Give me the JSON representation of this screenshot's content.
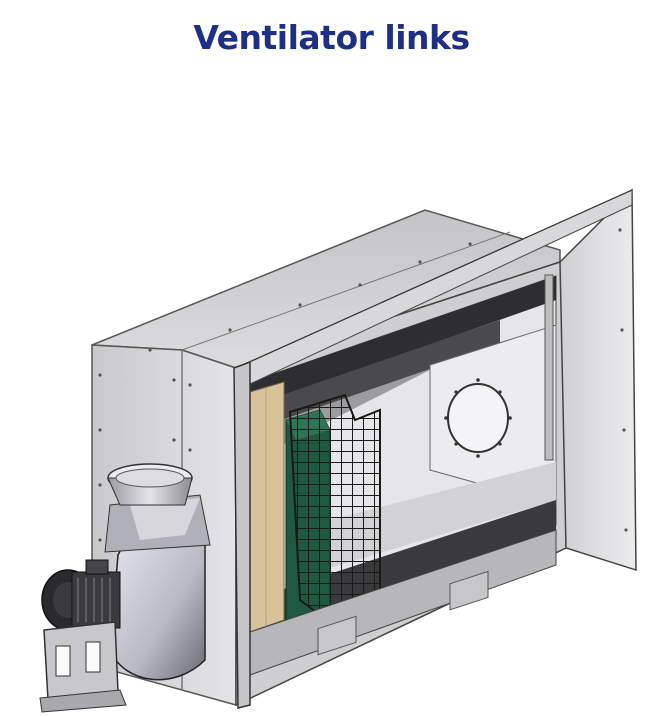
{
  "page": {
    "title": "Ventilator links"
  },
  "colors": {
    "title": "#1e2f87",
    "housing": "#d6d6d8",
    "interior_dark": "#3a3a3c",
    "filter_green": "#1f5a40",
    "filter_wood": "#d8c29a"
  },
  "illustration": {
    "subject": "spray-booth-unit",
    "fan_position": "left"
  }
}
